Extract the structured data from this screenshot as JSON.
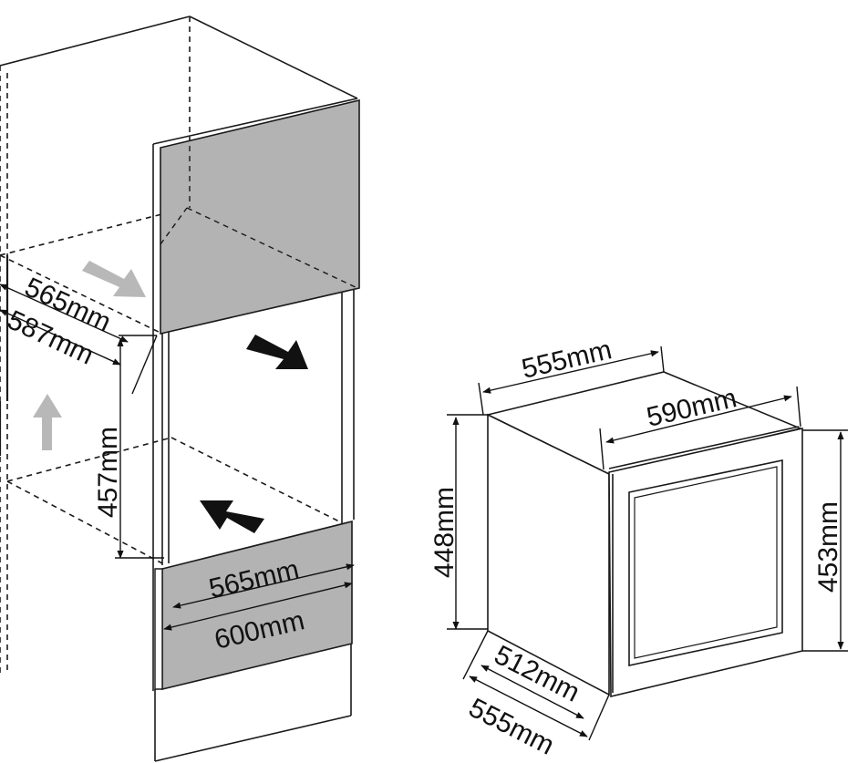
{
  "colors": {
    "line": "#1a1a1a",
    "panel_fill": "#b3b3b3",
    "arrow_dark": "#111111",
    "arrow_light": "#b8b8b8",
    "background": "#ffffff"
  },
  "cabinet": {
    "niche_depth_inner": "565mm",
    "niche_depth_outer": "587mm",
    "niche_height": "457mm",
    "niche_width_inner": "565mm",
    "niche_width_outer": "600mm"
  },
  "appliance": {
    "top_depth": "555mm",
    "top_width": "590mm",
    "body_height": "448mm",
    "front_height": "453mm",
    "bottom_depth_inner": "512mm",
    "bottom_depth_outer": "555mm"
  }
}
